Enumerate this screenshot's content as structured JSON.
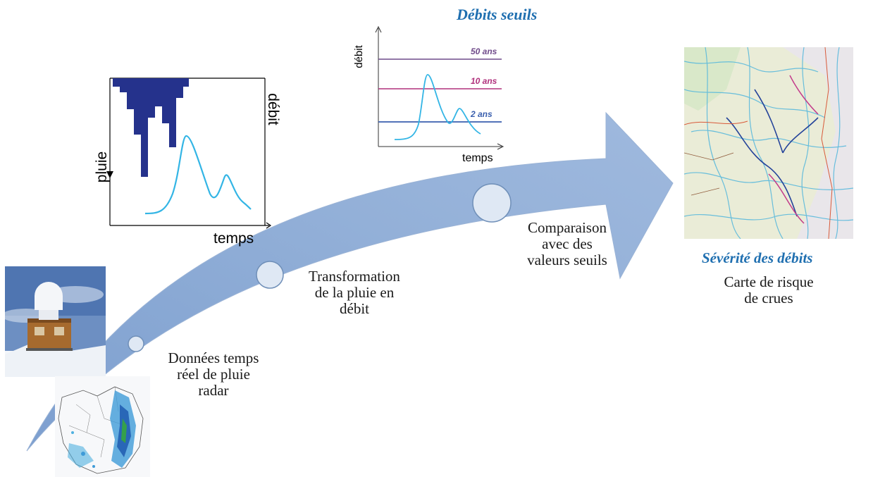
{
  "steps": {
    "step1": "Données temps\nréel de pluie\nradar",
    "step2": "Transformation\nde la pluie en\ndébit",
    "step3": "Comparaison\navec des\nvaleurs seuils"
  },
  "hydrograph": {
    "rain_label": "pluie",
    "flow_label": "débit",
    "time_label": "temps"
  },
  "thresholds": {
    "title": "Débits seuils",
    "flow_label": "débit",
    "time_label": "temps",
    "lines": [
      {
        "label": "50 ans",
        "color": "#6f4a8a"
      },
      {
        "label": "10 ans",
        "color": "#b0307c"
      },
      {
        "label": "2 ans",
        "color": "#3a5fae"
      }
    ]
  },
  "result": {
    "title": "Sévérité des débits",
    "subtitle": "Carte de risque\nde crues"
  },
  "colors": {
    "arrow": "#8aa8d0",
    "rain_bars": "#25328c",
    "flow_curve": "#33b5e5",
    "title_blue": "#1f6fb0"
  },
  "icons": [
    "radar-station-photo",
    "radar-rain-map",
    "flood-risk-map"
  ]
}
